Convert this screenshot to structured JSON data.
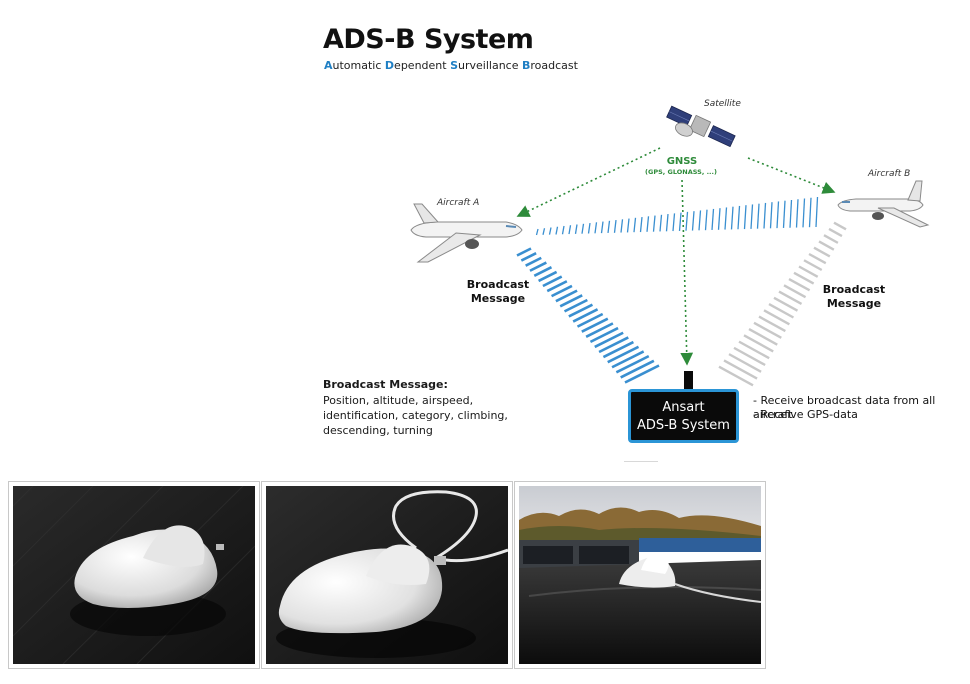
{
  "title": "ADS-B System",
  "subtitle": [
    {
      "cap": "A",
      "rest": "utomatic "
    },
    {
      "cap": "D",
      "rest": "ependent "
    },
    {
      "cap": "S",
      "rest": "urveillance "
    },
    {
      "cap": "B",
      "rest": "roadcast"
    }
  ],
  "satellite_label": "Satellite",
  "gnss_title": "GNSS",
  "gnss_sub": "(GPS, GLONASS, ...)",
  "aircraft_a_label": "Aircraft A",
  "aircraft_b_label": "Aircraft B",
  "broadcast_left": [
    "Broadcast",
    "Message"
  ],
  "broadcast_right": [
    "Broadcast",
    "Message"
  ],
  "broadcast_info": {
    "title": "Broadcast Message:",
    "lines": [
      "Position, altitude, airspeed,",
      "identification, category, climbing,",
      "descending, turning"
    ]
  },
  "ansart": [
    "Ansart",
    "ADS-B System"
  ],
  "receive_lines": [
    "- Receive broadcast data from all aircraft",
    "- Receive GPS-data"
  ],
  "colors": {
    "accent": "#1f7fc4",
    "wave_blue": "#3a8fd0",
    "wave_gray": "#c8c8c8",
    "gnss_green": "#2e8b3a",
    "box_border": "#2b95d6"
  },
  "photos": [
    {
      "name": "antenna-photo-dark-table"
    },
    {
      "name": "antenna-photo-with-cable"
    },
    {
      "name": "antenna-photo-on-car-roof"
    }
  ]
}
